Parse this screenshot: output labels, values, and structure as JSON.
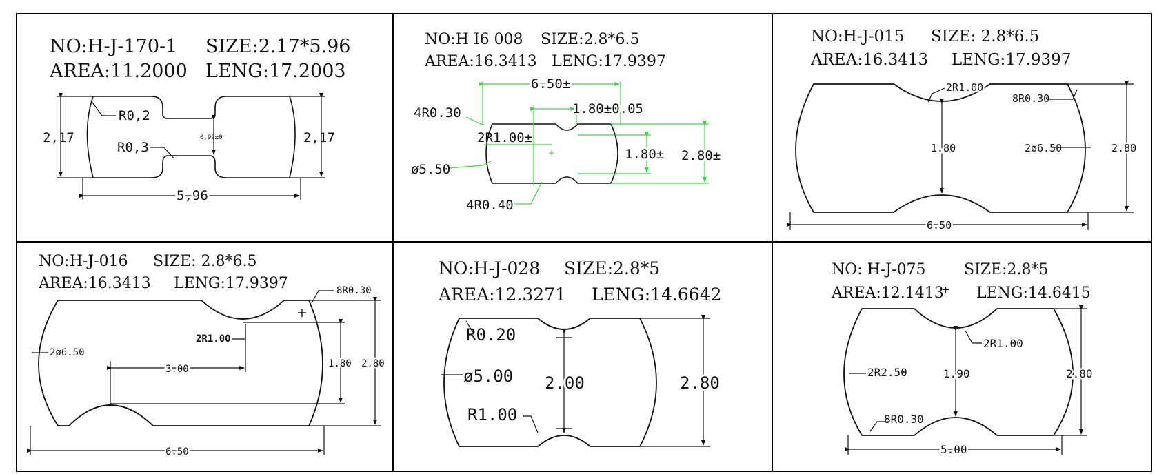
{
  "panels": [
    {
      "no": "NO:H-J-170-1",
      "size": "SIZE:2.17*5.96",
      "area": "AREA:11.2000",
      "leng": "LENG:17.2003",
      "color": "#111111",
      "labels": {
        "r_top": "R0,2",
        "r_mid": "R0,3",
        "height_l": "2,17",
        "height_r": "2,17",
        "waist": "0,99±0",
        "width": "5,96"
      }
    },
    {
      "no": "NO:H I6 008",
      "size": "SIZE:2.8*6.5",
      "area": "AREA:16.3413",
      "leng": "LENG:17.9397",
      "color": "#111111",
      "dim_color": "#33dd33",
      "labels": {
        "width": "6.50±",
        "waist_w": "1.80±0.05",
        "r_corner": "4R0.30",
        "r_neck": "2R1.00±",
        "dia": "ø5.50",
        "waist_h": "1.80±",
        "height": "2.80±",
        "r_bottom": "4R0.40"
      }
    },
    {
      "no": "NO:H-J-015",
      "size": "SIZE: 2.8*6.5",
      "area": "AREA:16.3413",
      "leng": "LENG:17.9397",
      "color": "#111111",
      "labels": {
        "r_neck": "2R1.00",
        "r_corner": "8R0.30",
        "waist": "1.80",
        "dia": "2ø6.50",
        "height": "2.80",
        "width": "6.50"
      }
    },
    {
      "no": "NO:H-J-016",
      "size": "SIZE: 2.8*6.5",
      "area": "AREA:16.3413",
      "leng": "LENG:17.9397",
      "color": "#111111",
      "labels": {
        "r_corner": "8R0.30",
        "r_neck": "2R1.00",
        "dia": "2ø6.50",
        "offset": "3.00",
        "waist": "1.80",
        "height": "2.80",
        "width": "6.50"
      }
    },
    {
      "no": "NO:H-J-028",
      "size": "SIZE:2.8*5",
      "area": "AREA:12.3271",
      "leng": "LENG:14.6642",
      "color": "#111111",
      "labels": {
        "r_corner": "R0.20",
        "dia": "ø5.00",
        "waist": "2.00",
        "r_neck": "R1.00",
        "height": "2.80"
      }
    },
    {
      "no": "NO: H-J-075",
      "size": "SIZE:2.8*5",
      "area": "AREA:12.1413",
      "leng": "LENG:14.6415",
      "color": "#111111",
      "labels": {
        "r_neck": "2R1.00",
        "r_side": "2R2.50",
        "waist": "1.90",
        "height": "2.80",
        "r_corner": "8R0.30",
        "width": "5.00"
      }
    }
  ]
}
